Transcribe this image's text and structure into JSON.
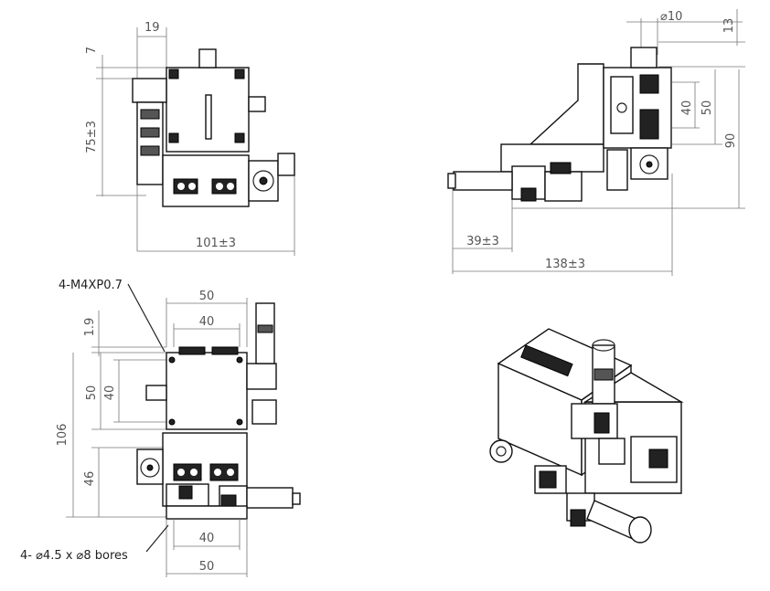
{
  "views": {
    "front": {
      "dim_width": "101±3",
      "dim_height": "75±3",
      "dim_top": "7",
      "dim_offset": "19"
    },
    "side": {
      "dim_shaft": "⌀10",
      "dim_top": "13",
      "dim_inner": "40",
      "dim_mid": "50",
      "dim_total": "90",
      "dim_offset": "39±3",
      "dim_length": "138±3"
    },
    "top": {
      "thread_label": "4-M4XP0.7",
      "dim_top_outer": "50",
      "dim_top_inner": "40",
      "dim_gap": "1.9",
      "dim_side_outer": "50",
      "dim_side_inner": "40",
      "dim_total": "106",
      "dim_lower": "46",
      "dim_bottom_inner": "40",
      "dim_bottom_outer": "50",
      "bores_label": "4- ⌀4.5 x ⌀8 bores"
    },
    "iso": {}
  }
}
